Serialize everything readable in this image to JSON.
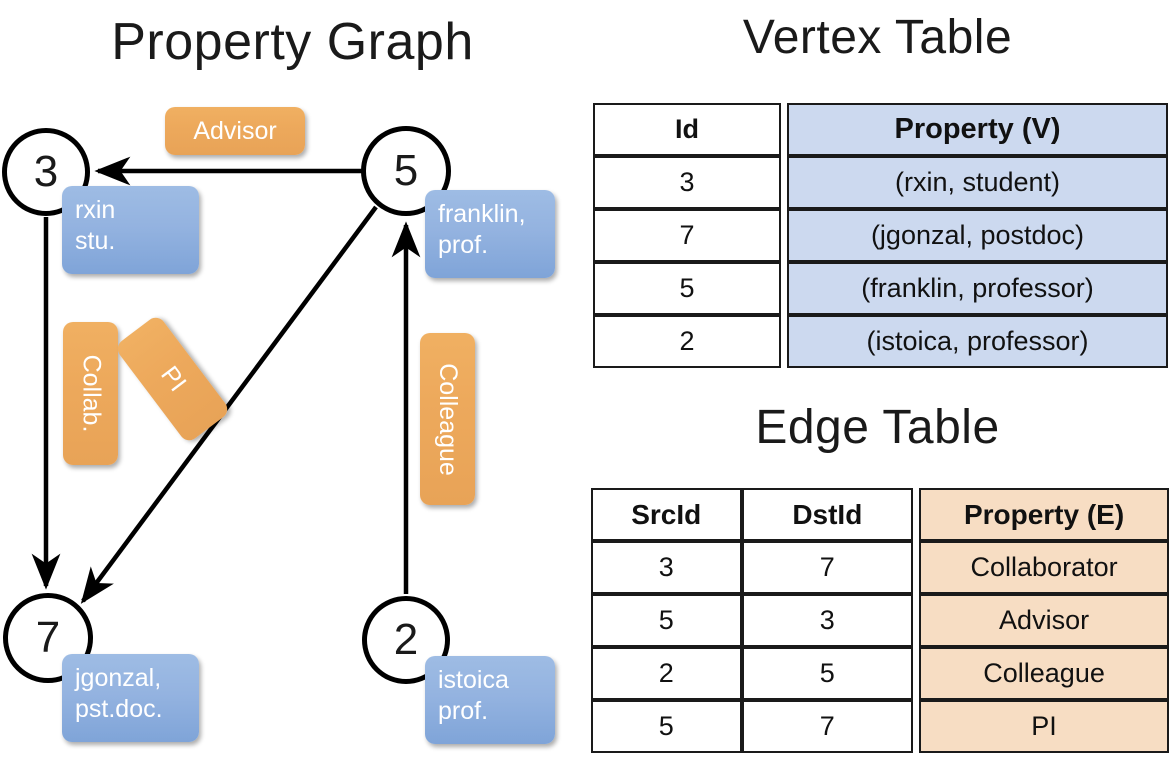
{
  "titles": {
    "property_graph": "Property Graph",
    "vertex_table": "Vertex Table",
    "edge_table": "Edge Table"
  },
  "graph": {
    "vertices": [
      {
        "id": "3",
        "property_lines": [
          "rxin",
          "stu."
        ]
      },
      {
        "id": "5",
        "property_lines": [
          "franklin,",
          "prof."
        ]
      },
      {
        "id": "7",
        "property_lines": [
          "jgonzal,",
          "pst.doc."
        ]
      },
      {
        "id": "2",
        "property_lines": [
          "istoica",
          "prof."
        ]
      }
    ],
    "vertex_labels": {
      "v3": "3",
      "v5": "5",
      "v7": "7",
      "v2": "2"
    },
    "property_boxes": {
      "rxin_line1": "rxin",
      "rxin_line2": "stu.",
      "franklin_line1": "franklin,",
      "franklin_line2": "prof.",
      "jgonzal_line1": "jgonzal,",
      "jgonzal_line2": "pst.doc.",
      "istoica_line1": "istoica",
      "istoica_line2": "prof."
    },
    "edge_labels": {
      "advisor": "Advisor",
      "collab": "Collab.",
      "pi": "PI",
      "colleague": "Colleague"
    },
    "colors": {
      "vertex_property_fill": "#94b3e0",
      "edge_label_fill": "#eda95c",
      "node_stroke": "#000000",
      "edge_stroke": "#000000"
    }
  },
  "vertex_table": {
    "headers": [
      "Id",
      "Property (V)"
    ],
    "rows": [
      {
        "id": "3",
        "property": "(rxin, student)"
      },
      {
        "id": "7",
        "property": "(jgonzal, postdoc)"
      },
      {
        "id": "5",
        "property": "(franklin, professor)"
      },
      {
        "id": "2",
        "property": "(istoica, professor)"
      }
    ],
    "header_fill": "#ccd9ef"
  },
  "edge_table": {
    "headers": [
      "SrcId",
      "DstId",
      "Property (E)"
    ],
    "rows": [
      {
        "src": "3",
        "dst": "7",
        "property": "Collaborator"
      },
      {
        "src": "5",
        "dst": "3",
        "property": "Advisor"
      },
      {
        "src": "2",
        "dst": "5",
        "property": "Colleague"
      },
      {
        "src": "5",
        "dst": "7",
        "property": "PI"
      }
    ],
    "header_fill": "#f7ddc3"
  }
}
